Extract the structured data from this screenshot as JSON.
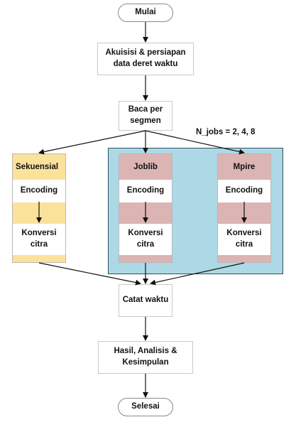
{
  "nodes": {
    "start": "Mulai",
    "acquire": "Akuisisi & persiapan data deret waktu",
    "read": "Baca per segmen",
    "record": "Catat waktu",
    "result": "Hasil, Analisis & Kesimpulan",
    "end": "Selesai"
  },
  "parallel_note": "N_jobs = 2, 4, 8",
  "lanes": [
    {
      "name": "Sekuensial",
      "color": "#fbe29b",
      "encoding": "Encoding",
      "convert": "Konversi citra"
    },
    {
      "name": "Joblib",
      "color": "#dcb4b4",
      "encoding": "Encoding",
      "convert": "Konversi citra"
    },
    {
      "name": "Mpire",
      "color": "#dcb4b4",
      "encoding": "Encoding",
      "convert": "Konversi citra"
    }
  ],
  "colors": {
    "parallel_bg": "#add8e6",
    "parallel_border": "#2f5061",
    "sequential": "#fbe29b",
    "parallel_lane": "#dcb4b4"
  }
}
